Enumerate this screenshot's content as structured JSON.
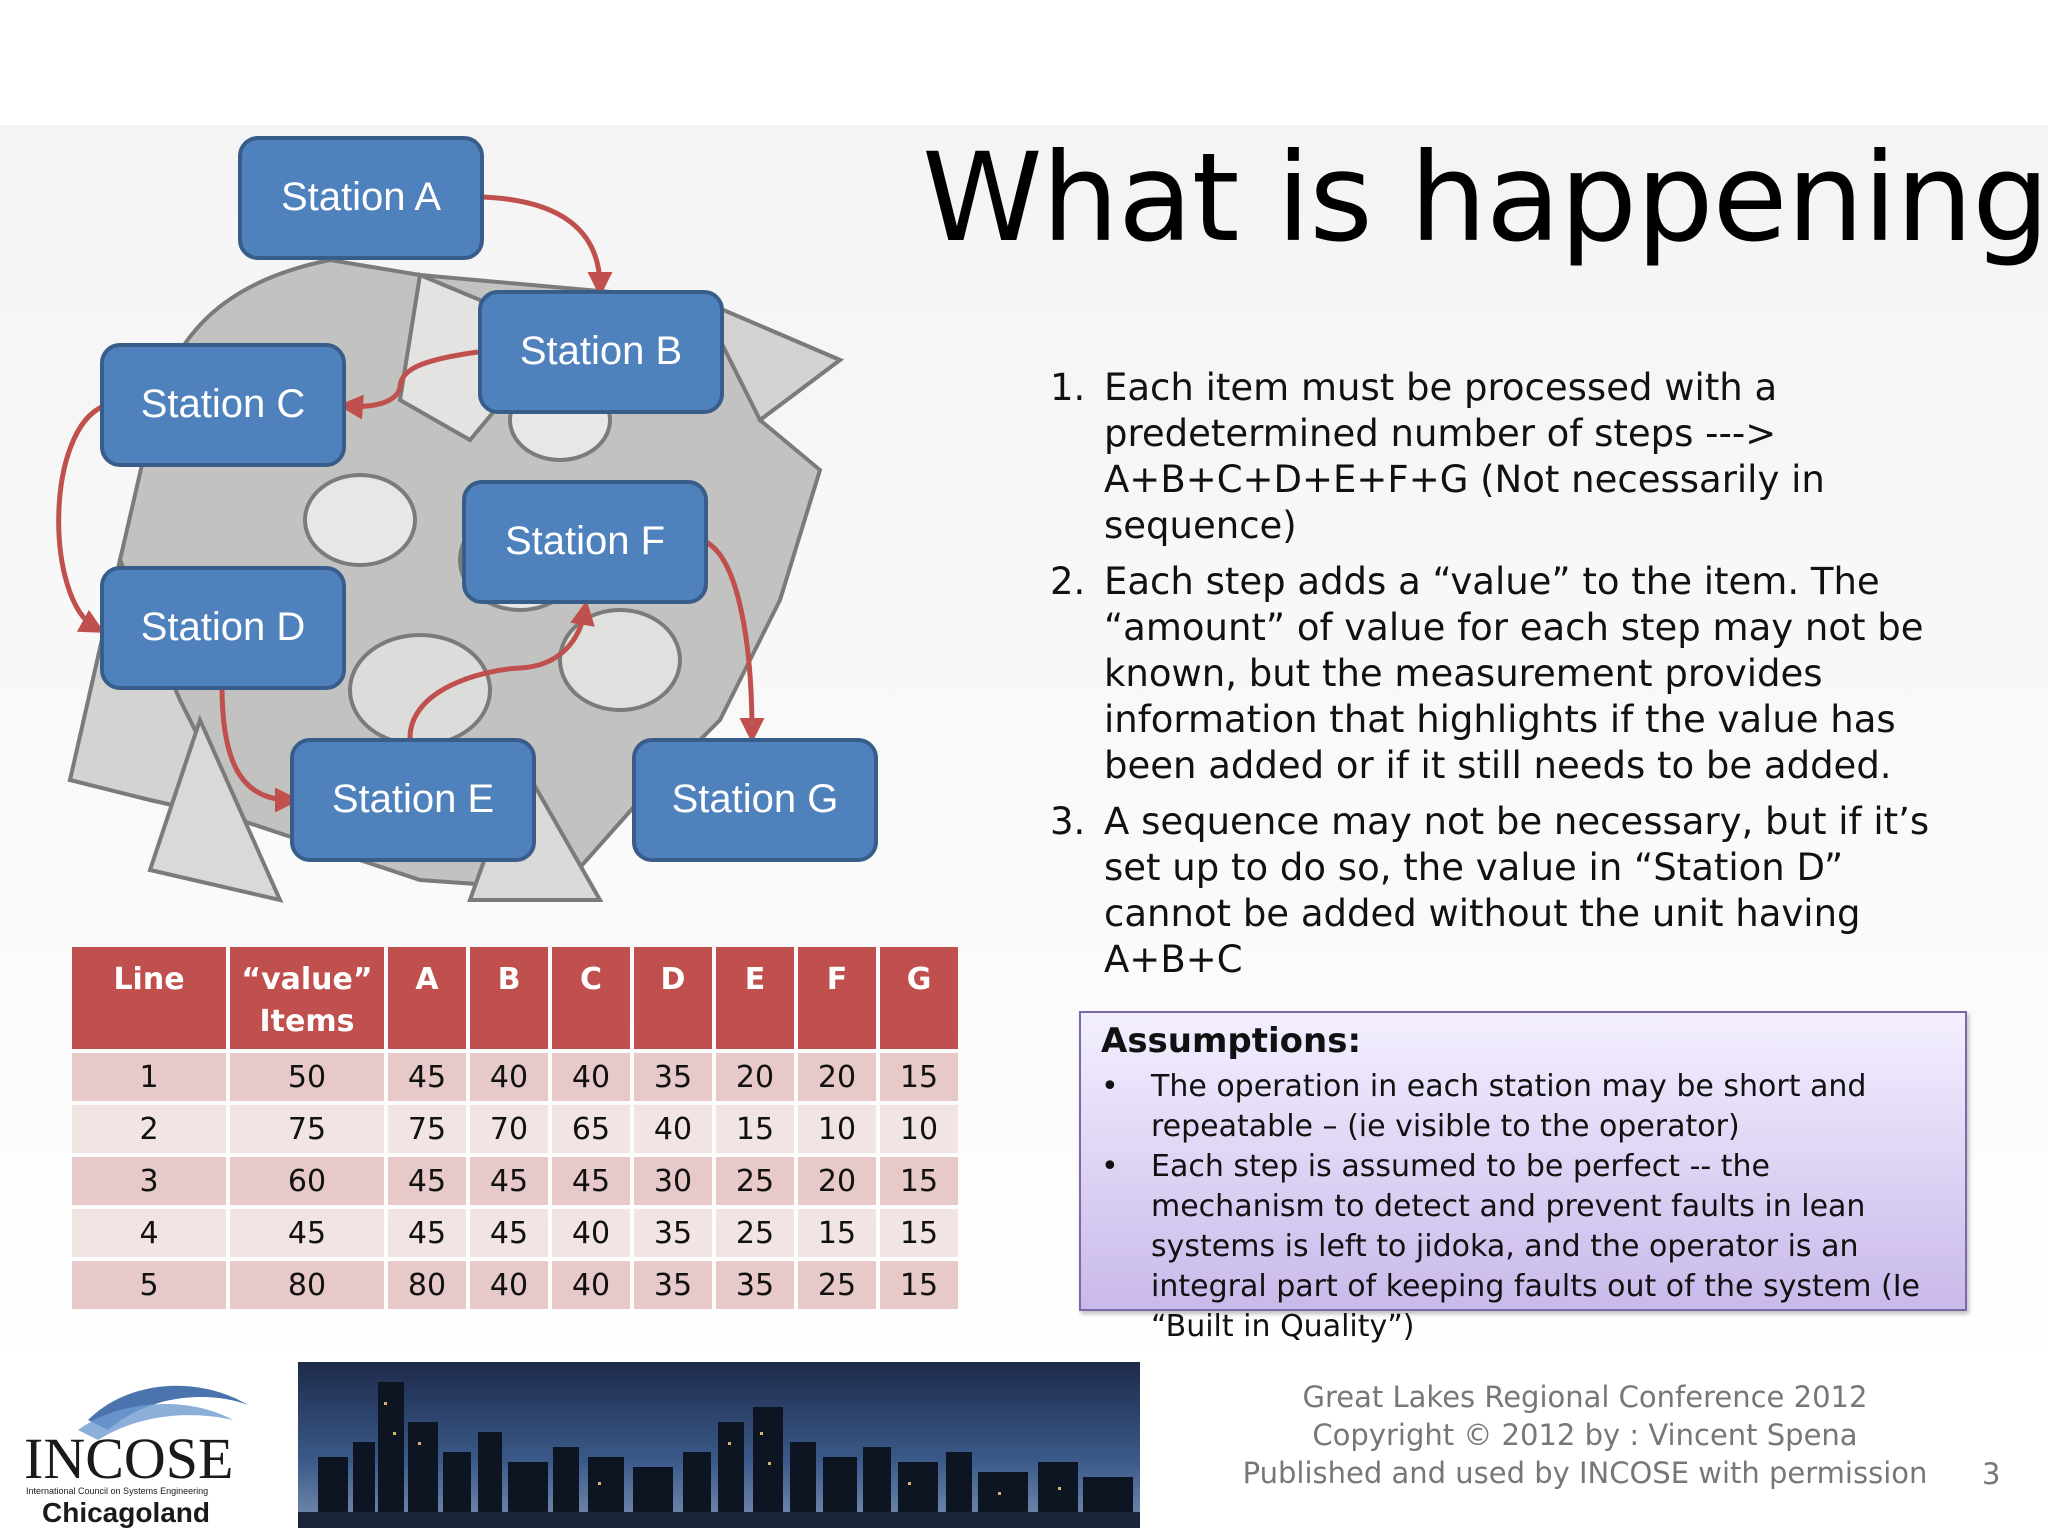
{
  "slide": {
    "title": "What is happening?",
    "page_number": "3"
  },
  "stations": [
    {
      "id": "A",
      "label": "Station A"
    },
    {
      "id": "B",
      "label": "Station B"
    },
    {
      "id": "C",
      "label": "Station C"
    },
    {
      "id": "D",
      "label": "Station D"
    },
    {
      "id": "E",
      "label": "Station E"
    },
    {
      "id": "F",
      "label": "Station F"
    },
    {
      "id": "G",
      "label": "Station G"
    }
  ],
  "points": [
    {
      "num": "1.",
      "text": "Each item must be processed with a predetermined number of steps ---> A+B+C+D+E+F+G (Not necessarily in sequence)"
    },
    {
      "num": "2.",
      "text": "Each step adds a “value” to the item.  The “amount” of value for each step may not be known, but the measurement provides information that highlights if the value has been added or if it still needs to be added."
    },
    {
      "num": "3.",
      "text": "A sequence may not be necessary, but if it’s set up to do so, the value in “Station D” cannot be added without the unit having A+B+C"
    }
  ],
  "table": {
    "headers": [
      "Line",
      "“value”",
      "Items",
      "A",
      "B",
      "C",
      "D",
      "E",
      "F",
      "G"
    ],
    "rows": [
      [
        "1",
        "50",
        "45",
        "40",
        "40",
        "35",
        "20",
        "20",
        "15"
      ],
      [
        "2",
        "75",
        "75",
        "70",
        "65",
        "40",
        "15",
        "10",
        "10"
      ],
      [
        "3",
        "60",
        "45",
        "45",
        "45",
        "30",
        "25",
        "20",
        "15"
      ],
      [
        "4",
        "45",
        "45",
        "45",
        "40",
        "35",
        "25",
        "15",
        "15"
      ],
      [
        "5",
        "80",
        "80",
        "40",
        "40",
        "35",
        "35",
        "25",
        "15"
      ]
    ]
  },
  "assumptions": {
    "heading": "Assumptions:",
    "bullet": "•",
    "items": [
      "The operation in each station may be short and repeatable – (ie visible to the operator)",
      "Each step  is assumed to be perfect  --  the mechanism to detect and prevent faults in lean systems is left to jidoka, and the operator is an integral part of keeping faults out of the system (Ie “Built in Quality”)"
    ]
  },
  "logo": {
    "name": "INCOSE",
    "tagline": "International Council on Systems Engineering",
    "chapter": "Chicagoland"
  },
  "footer": {
    "line1": "Great Lakes Regional Conference 2012",
    "line2": "Copyright © 2012 by : Vincent Spena",
    "line3": "Published and used by INCOSE with permission"
  },
  "colors": {
    "station_fill": "#4f81bd",
    "station_border": "#385d8a",
    "arrow": "#c0504d",
    "table_header": "#c0504d",
    "assumption_border": "#7b6aa6"
  }
}
